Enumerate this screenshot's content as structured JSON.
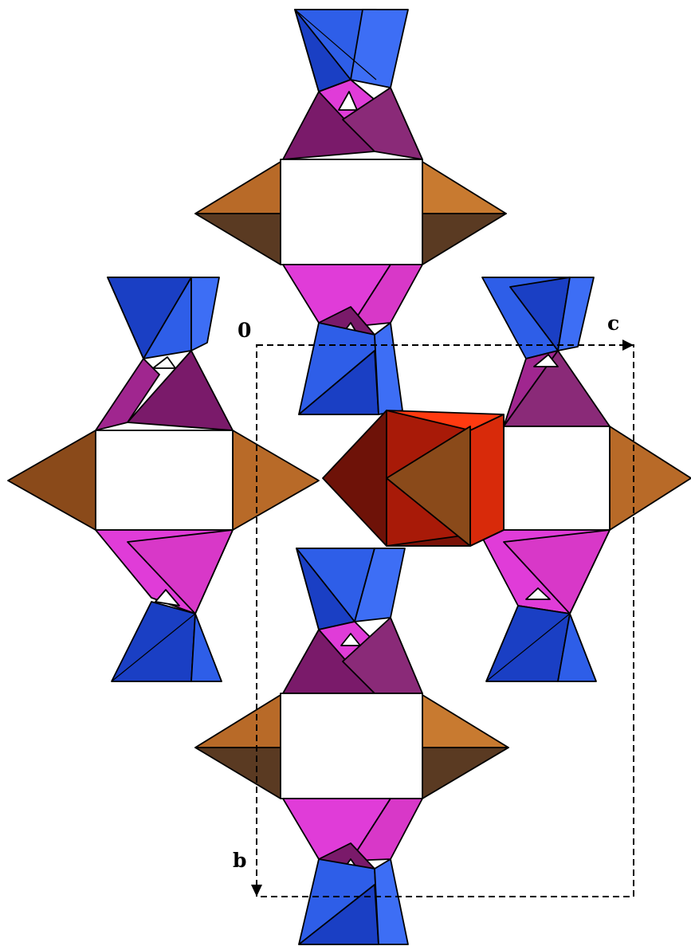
{
  "figure": {
    "axis_labels": {
      "origin": "0",
      "c": "c",
      "b": "b"
    },
    "colors": {
      "background": "#ffffff",
      "blue_tetrahedra": [
        "#1a3fc4",
        "#2e5ee8",
        "#3d6ef5"
      ],
      "magenta_tetrahedra": [
        "#7a1a6a",
        "#a0268f",
        "#e03cd8"
      ],
      "brown_pyramids": [
        "#b86a28",
        "#5a3a22"
      ],
      "red_octahedron": [
        "#ff3a10",
        "#a81a08",
        "#6e1208"
      ],
      "central_triangle": "#8a4a1a",
      "unit_cell_dash": "#000000"
    }
  }
}
